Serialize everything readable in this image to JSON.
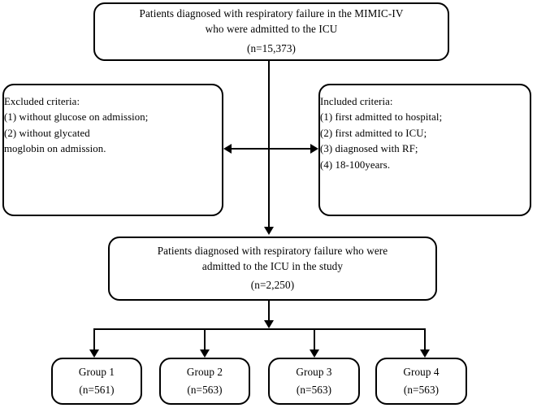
{
  "figure": {
    "type": "flowchart",
    "orientation": "top-to-bottom",
    "description": "Study participant selection flow diagram"
  },
  "nodes": {
    "source_cohort": {
      "line1": "Patients diagnosed with respiratory failure in the MIMIC-IV",
      "line2": "who were admitted to the ICU",
      "count": "(n=15,373)"
    },
    "excluded": {
      "heading": "Excluded criteria:",
      "item1": "(1) without glucose on admission;",
      "item2": "(2) without glycated",
      "item3": "moglobin on admission."
    },
    "included": {
      "heading": "Included criteria:",
      "item1": "(1) first admitted to hospital;",
      "item2": "(2) first admitted to ICU;",
      "item3": "(3) diagnosed with RF;",
      "item4": "(4) 18-100years."
    },
    "study_cohort": {
      "line1": "Patients diagnosed with respiratory failure who were",
      "line2": "admitted to the ICU in the study",
      "count": "(n=2,250)"
    },
    "groups": [
      {
        "label": "Group 1",
        "count": "(n=561)"
      },
      {
        "label": "Group 2",
        "count": "(n=563)"
      },
      {
        "label": "Group 3",
        "count": "(n=563)"
      },
      {
        "label": "Group 4",
        "count": "(n=563)"
      }
    ]
  },
  "colors": {
    "stroke": "#000000",
    "fill": "#ffffff",
    "text": "#000000"
  }
}
